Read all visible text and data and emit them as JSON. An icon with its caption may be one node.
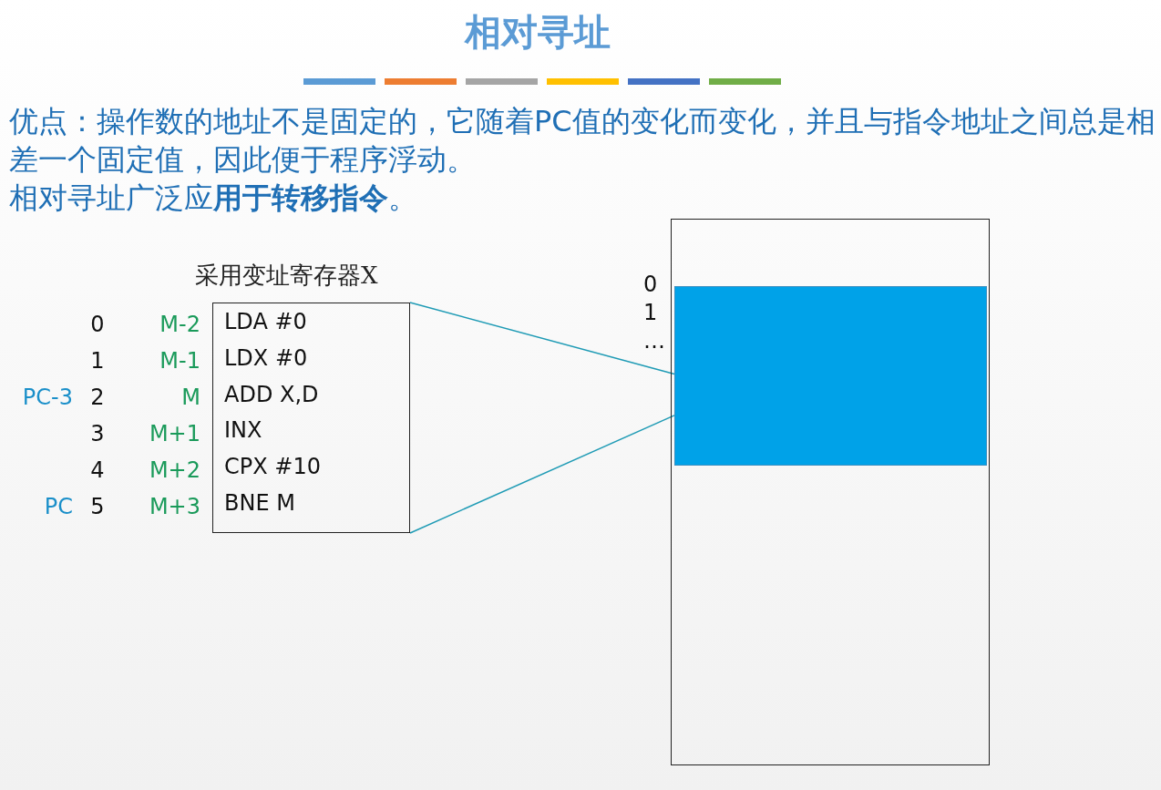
{
  "diagram": {
    "title": "相对寻址",
    "nodes": [
      {
        "text": [
          "采用变址寄存器X",
          "LDA #0",
          "LDX #0",
          "ADD X,D",
          "INX",
          "CPX #10",
          "BNE M"
        ]
      },
      {
        "text": [],
        "shape": "box"
      },
      {
        "text": [],
        "shape": "box",
        "in": 1
      }
    ],
    "edges": [
      {
        "from": 0,
        "to": 2,
        "arrow": "none",
        "color": "#1f9bb5"
      },
      {
        "from": 0,
        "to": 2,
        "arrow": "none",
        "color": "#1f9bb5"
      }
    ],
    "labels": [
      "优点：操作数的地址不是固定的，它随着PC值的变化而变化，并且与指令地址之间总是相差一个固定值，因此便于程序浮动。",
      "相对寻址广泛应**用于转移指令**。",
      "0",
      "M-2",
      "1",
      "M-1",
      "PC-3",
      "2",
      "M",
      "3",
      "M+1",
      "4",
      "M+2",
      "PC",
      "5",
      "M+3",
      "0",
      "1",
      "…"
    ]
  }
}
